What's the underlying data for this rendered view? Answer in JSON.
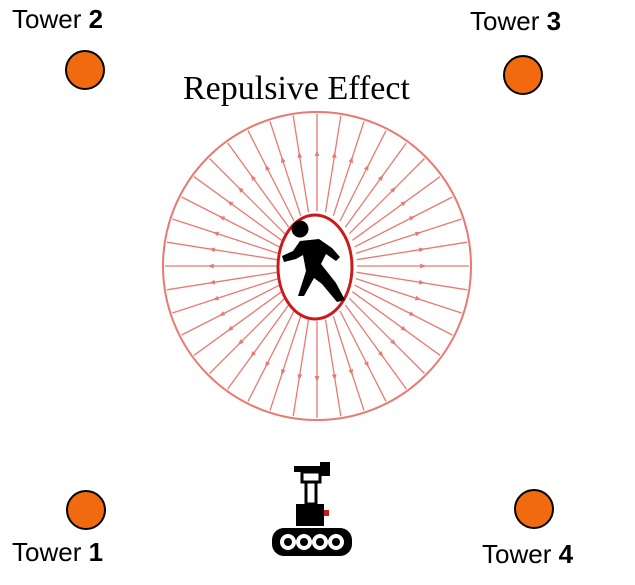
{
  "title": "Repulsive Effect",
  "towers": [
    {
      "label": "Tower",
      "number": "2"
    },
    {
      "label": "Tower",
      "number": "3"
    },
    {
      "label": "Tower",
      "number": "1"
    },
    {
      "label": "Tower",
      "number": "4"
    }
  ],
  "colors": {
    "tower_fill": "#f26a10",
    "field_stroke": "#e87a72",
    "person_ring": "#cc1a1a",
    "person": "#000000",
    "robot": "#000000"
  },
  "icons": {
    "person": "walking-person-icon",
    "robot": "tracked-robot-icon"
  }
}
